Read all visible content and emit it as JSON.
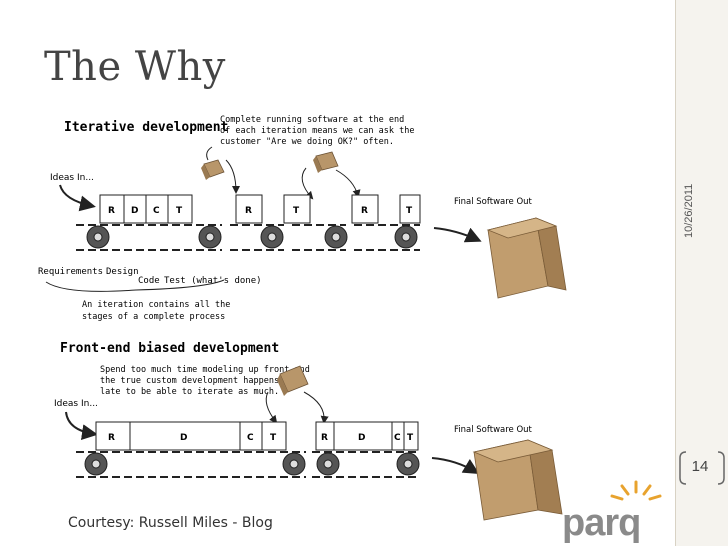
{
  "slide": {
    "title": "The Why",
    "date": "10/26/2011",
    "page_number": "14",
    "courtesy": "Courtesy: Russell Miles - Blog",
    "logo_text": "parq",
    "accent_color": "#e8a32e"
  },
  "iterative": {
    "heading": "Iterative development",
    "note_lines": [
      "Complete running software at the end",
      "of each iteration means we can ask the",
      "customer \"Are we doing OK?\" often."
    ],
    "ideas_in": "Ideas In...",
    "software_out": "Final Software Out",
    "stages": [
      "R",
      "D",
      "C",
      "T",
      "R",
      "T",
      "R",
      "T"
    ],
    "labels": {
      "requirements": "Requirements",
      "design": "Design",
      "code": "Code",
      "test": "Test (what's done)"
    },
    "iteration_note_lines": [
      "An iteration contains all the",
      "stages of a complete process"
    ]
  },
  "frontend": {
    "heading": "Front-end biased development",
    "note_lines": [
      "Spend too much time modeling up front and",
      "the true custom development happens too",
      "late to be able to iterate as much."
    ],
    "ideas_in": "Ideas In...",
    "software_out": "Final Software Out",
    "stages": [
      "R",
      "D",
      "C",
      "T",
      "R",
      "D",
      "C",
      "T"
    ]
  }
}
